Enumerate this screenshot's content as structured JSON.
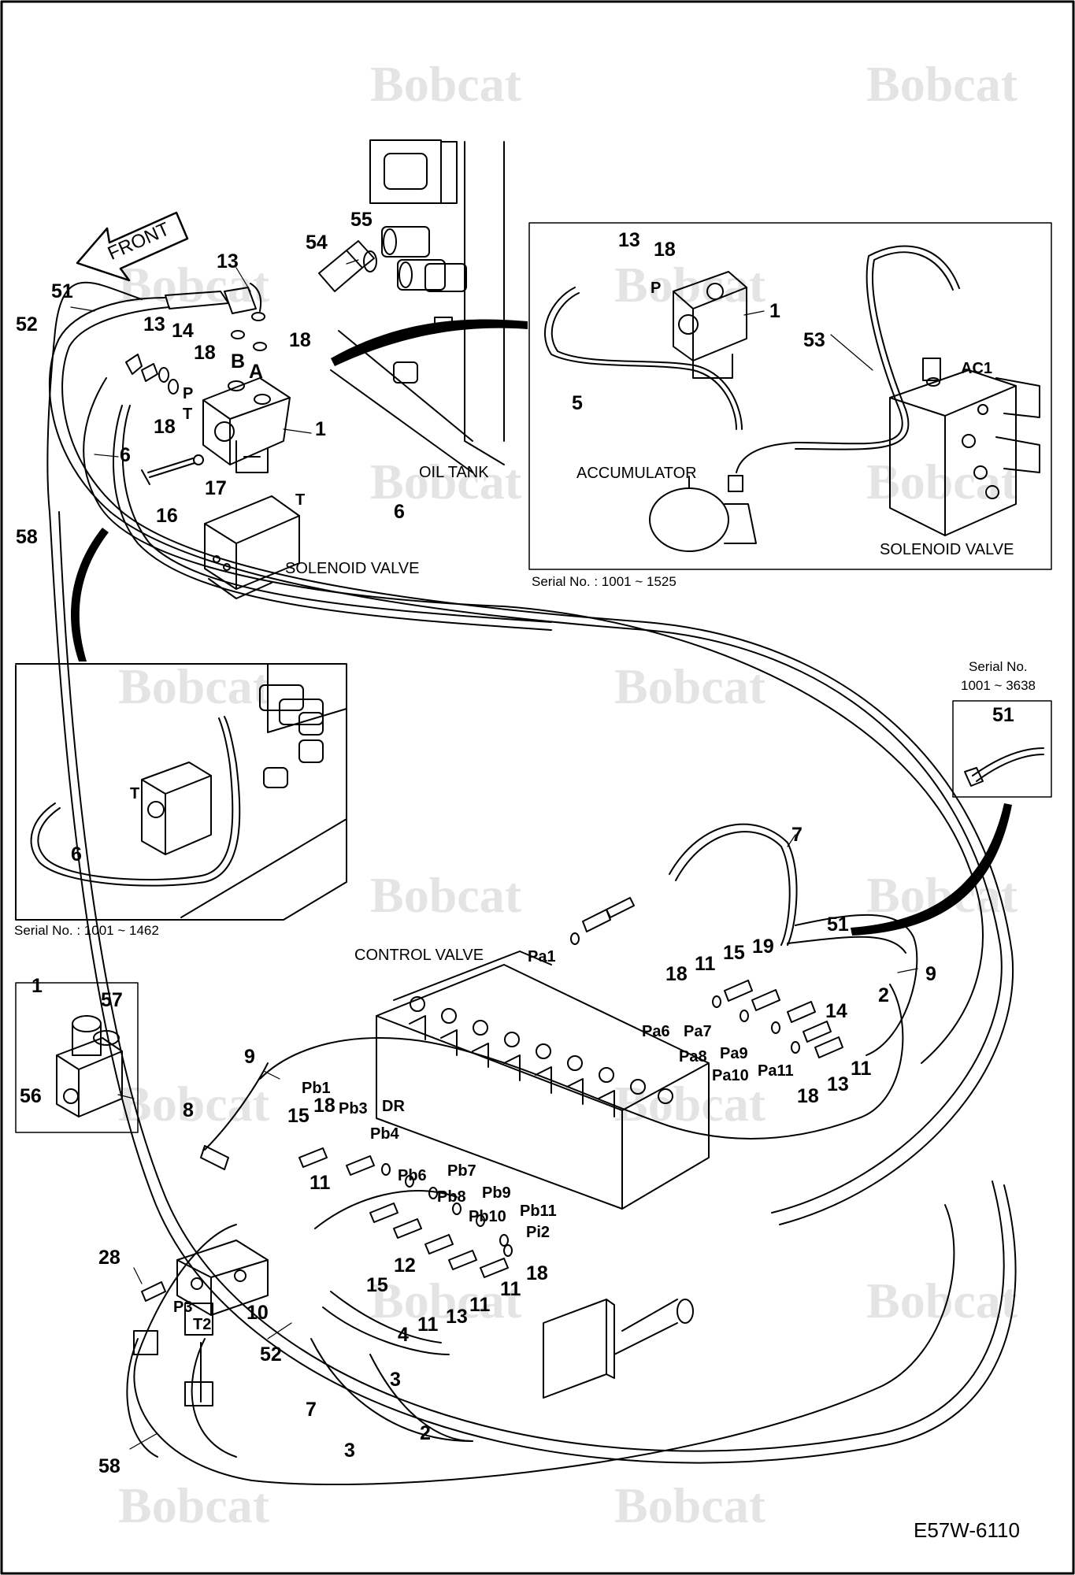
{
  "drawing_number": "E57W-6110",
  "front_arrow_label": "FRONT",
  "watermark": "Bobcat",
  "captions": {
    "oil_tank": "OIL TANK",
    "solenoid_valve": "SOLENOID VALVE",
    "solenoid_valve_inset": "SOLENOID VALVE",
    "accumulator": "ACCUMULATOR",
    "control_valve": "CONTROL VALVE"
  },
  "serial_notes": {
    "accumulator_inset": "Serial No. : 1001 ~ 1525",
    "solenoid_inset": "Serial No. : 1001 ~ 1462",
    "hose_inset_line1": "Serial No.",
    "hose_inset_line2": "1001 ~ 3638"
  },
  "labels": {
    "front_13": "13",
    "front_51": "51",
    "front_52": "52",
    "front_13b": "13",
    "front_14": "14",
    "front_18a": "18",
    "front_18b": "18",
    "front_18c": "18",
    "front_P": "P",
    "front_T": "T",
    "front_B": "B",
    "front_A": "A",
    "front_1": "1",
    "front_6a": "6",
    "front_16": "16",
    "front_17": "17",
    "front_6b": "6",
    "front_T2": "T",
    "front_58": "58",
    "front_54": "54",
    "front_55": "55",
    "acc_13": "13",
    "acc_18": "18",
    "acc_P": "P",
    "acc_1": "1",
    "acc_53": "53",
    "acc_5": "5",
    "acc_AC1": "AC1",
    "sol_T": "T",
    "sol_6": "6",
    "hose_51": "51",
    "bx_1": "1",
    "bx_57": "57",
    "bx_56": "56",
    "cv_7": "7",
    "cv_51": "51",
    "cv_Pa1": "Pa1",
    "cv_18a": "18",
    "cv_11a": "11",
    "cv_15a": "15",
    "cv_19": "19",
    "cv_9a": "9",
    "cv_2a": "2",
    "cv_14": "14",
    "cv_Pa6": "Pa6",
    "cv_Pa7": "Pa7",
    "cv_Pa8": "Pa8",
    "cv_Pa9": "Pa9",
    "cv_Pa10": "Pa10",
    "cv_Pa11": "Pa11",
    "cv_18b": "18",
    "cv_13a": "13",
    "cv_11b": "11",
    "cv_9b": "9",
    "cv_Pb1": "Pb1",
    "cv_8": "8",
    "cv_15b": "15",
    "cv_18c": "18",
    "cv_Pb3": "Pb3",
    "cv_DR": "DR",
    "cv_Pb4": "Pb4",
    "cv_11c": "11",
    "cv_Pb6": "Pb6",
    "cv_Pb7": "Pb7",
    "cv_Pb8": "Pb8",
    "cv_Pb9": "Pb9",
    "cv_Pb10": "Pb10",
    "cv_Pb11": "Pb11",
    "cv_Pi2": "Pi2",
    "cv_12": "12",
    "cv_18d": "18",
    "cv_15c": "15",
    "cv_11d": "11",
    "cv_13b": "13",
    "cv_11e": "11",
    "cv_11f": "11",
    "cv_28": "28",
    "cv_P3": "P3",
    "cv_T2": "T2",
    "cv_10": "10",
    "cv_4": "4",
    "cv_52": "52",
    "cv_3a": "3",
    "cv_7b": "7",
    "cv_2b": "2",
    "cv_3b": "3",
    "cv_58": "58"
  }
}
